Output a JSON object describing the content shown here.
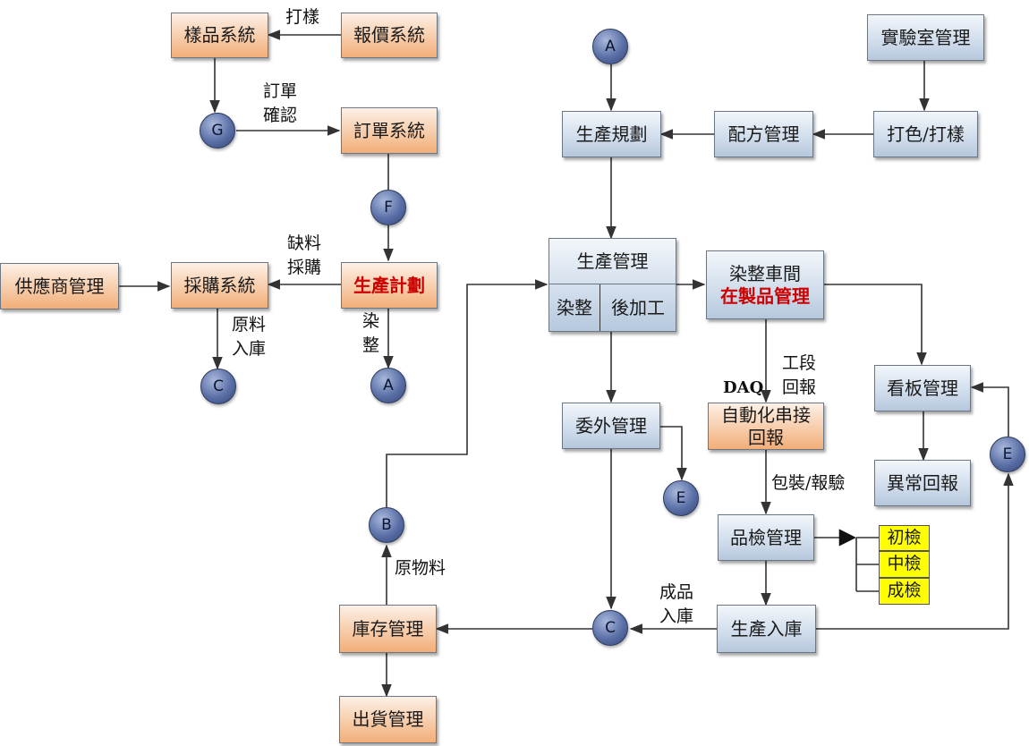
{
  "boxes": {
    "sample_system": "樣品系統",
    "quote_system": "報價系統",
    "order_system": "訂單系統",
    "production_plan": "生產計劃",
    "purchase_system": "採購系統",
    "supplier_mgmt": "供應商管理",
    "inventory_mgmt": "庫存管理",
    "shipping_mgmt": "出貨管理",
    "production_planning": "生產規劃",
    "formula_mgmt": "配方管理",
    "color_sampling": "打色/打樣",
    "lab_mgmt": "實驗室管理",
    "production_mgmt_title": "生產管理",
    "production_mgmt_left": "染整",
    "production_mgmt_right": "後加工",
    "dye_workshop_line1": "染整車間",
    "dye_workshop_line2": "在製品管理",
    "kanban_mgmt": "看板管理",
    "exception_report": "異常回報",
    "auto_report_line1": "自動化串接",
    "auto_report_line2": "回報",
    "outsource_mgmt": "委外管理",
    "qc_mgmt": "品檢管理",
    "production_warehousing": "生產入庫",
    "qc_initial": "初檢",
    "qc_middle": "中檢",
    "qc_final": "成檢"
  },
  "nodes": {
    "g": "G",
    "f": "F",
    "a_top": "A",
    "a_bottom": "A",
    "c_left": "C",
    "c_bottom": "C",
    "b": "B",
    "e_mid": "E",
    "e_right": "E"
  },
  "labels": {
    "sampling": "打樣",
    "order_confirm_1": "訂單",
    "order_confirm_2": "確認",
    "shortage_1": "缺料",
    "shortage_2": "採購",
    "raw_in_1": "原料",
    "raw_in_2": "入庫",
    "dye_1": "染",
    "dye_2": "整",
    "process_report_1": "工段",
    "process_report_2": "回報",
    "daq": "DAQ",
    "pack_inspect": "包裝/報驗",
    "raw_material": "原物料",
    "finished_in_1": "成品",
    "finished_in_2": "入庫"
  }
}
